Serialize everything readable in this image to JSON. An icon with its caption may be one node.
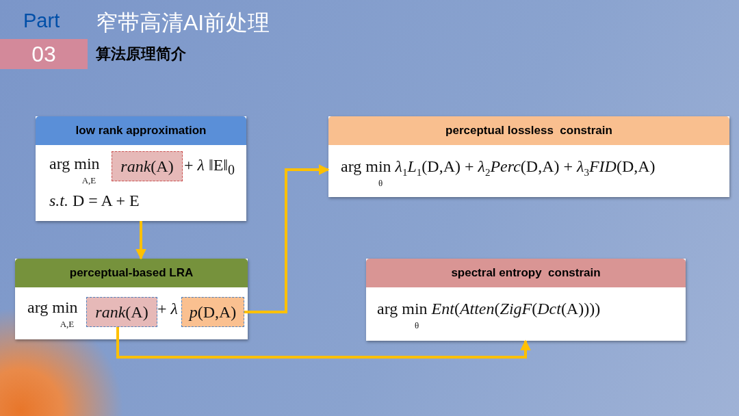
{
  "diagram": {
    "title": "窄带高清AI前处理",
    "nodes": [
      {
        "text": [
          "low rank approximation",
          "arg min$_{A,E}$",
          "+ *λ* ‖E‖$_{0}$",
          "*s.t.*  D = A + E"
        ]
      },
      {
        "text": [
          "*rank*(A)"
        ],
        "in": 0
      },
      {
        "text": [
          "perceptual lossless  constrain",
          "arg min$_{θ}$ *λ*$_{1}$*L*$_{1}$(D,A) + *λ*$_{2}$*Perc*(D,A) + *λ*$_{3}$*FID*(D,A)"
        ]
      },
      {
        "text": [
          "perceptual-based LRA",
          "arg min$_{A,E}$",
          "+ *λ*"
        ]
      },
      {
        "text": [
          "*rank*(A)"
        ],
        "in": 3
      },
      {
        "text": [
          "*p*(D,A)"
        ],
        "in": 3
      },
      {
        "text": [
          "spectral entropy  constrain",
          "arg min$_{θ}$ *Ent*(*Atten*(*ZigF*(*Dct*(A))))"
        ]
      }
    ],
    "edges": [
      {
        "from": 0,
        "to": 3,
        "arrow": "to"
      },
      {
        "from": 5,
        "to": 2,
        "arrow": "to"
      },
      {
        "from": 4,
        "to": 6,
        "arrow": "to"
      }
    ],
    "labels": [
      "Part",
      "03",
      "算法原理简介"
    ]
  }
}
